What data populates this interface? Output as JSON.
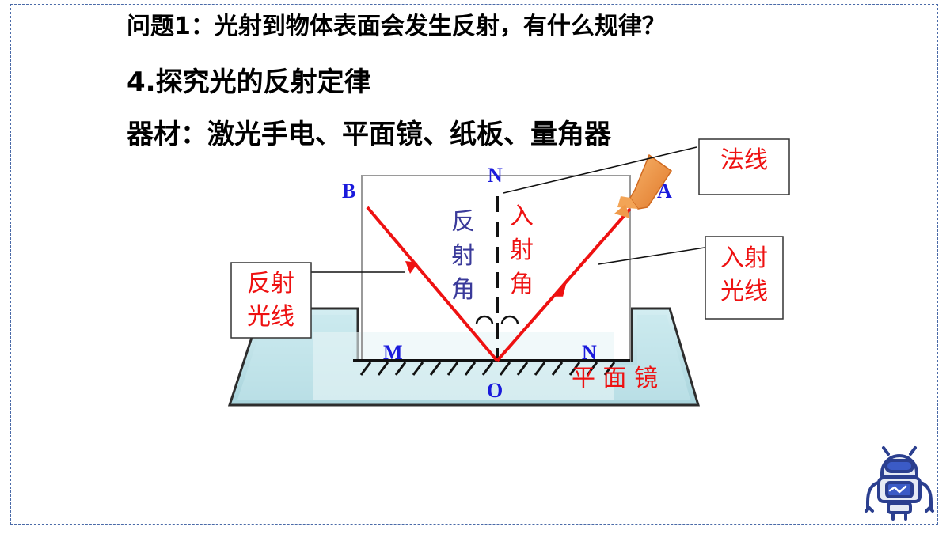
{
  "slide": {
    "question": "问题1：光射到物体表面会发生反射，有什么规律？",
    "section_title": "4.探究光的反射定律",
    "materials": "器材：激光手电、平面镜、纸板、量角器"
  },
  "diagram": {
    "points": {
      "N_top": "N",
      "A": "A",
      "B": "B",
      "M": "M",
      "N_right": "N",
      "O": "O"
    },
    "normal_callout": "法线",
    "incident_callout": [
      "入射",
      "光线"
    ],
    "reflected_callout": [
      "反射",
      "光线"
    ],
    "reflect_angle_label": [
      "反",
      "射",
      "角"
    ],
    "incident_angle_label": [
      "入",
      "射",
      "角"
    ],
    "mirror_label": "平 面 镜",
    "colors": {
      "ray": "#ee1111",
      "point_label": "#1a1adc",
      "angle_blue": "#3a3a9a",
      "callout_text": "#ee1111",
      "tank": "#b8dfe6"
    },
    "icons": [
      "laser-pointer-icon",
      "robot-icon"
    ]
  }
}
